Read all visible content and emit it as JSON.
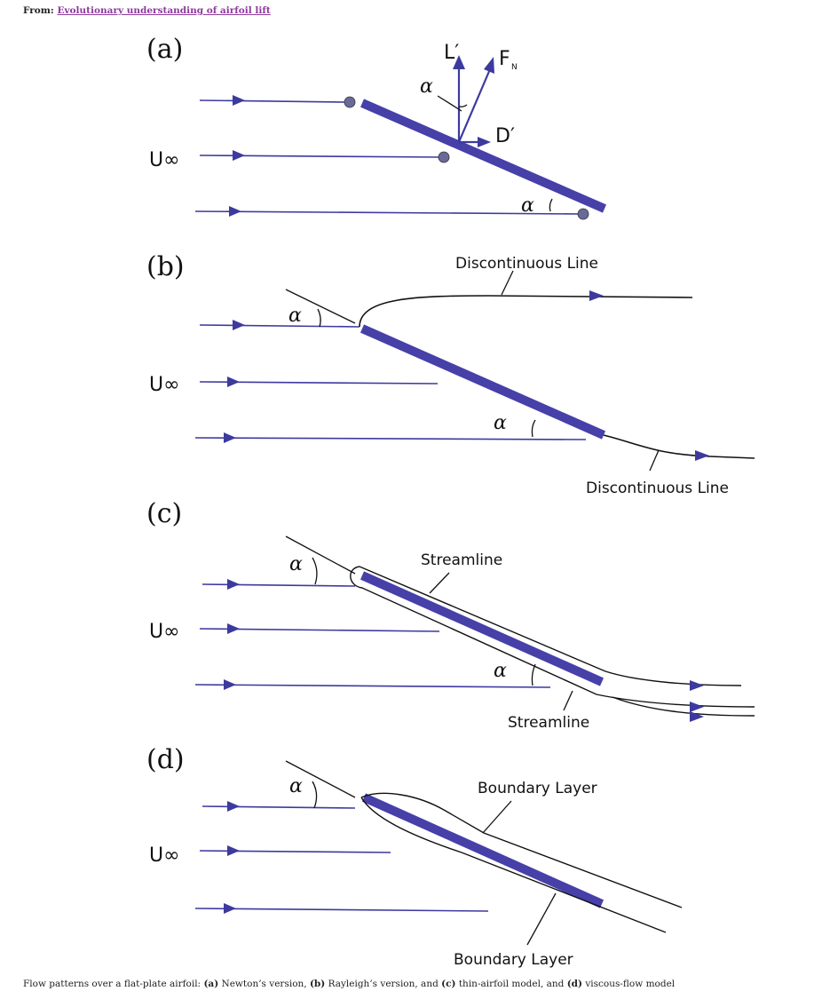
{
  "header": {
    "from_prefix": "From:",
    "link_text": "Evolutionary understanding of airfoil lift"
  },
  "caption": {
    "p1": "Flow patterns over a flat-plate airfoil: ",
    "a": "(a)",
    "t_a": " Newton’s version, ",
    "b": "(b)",
    "t_b": " Rayleigh’s version, and ",
    "c": "(c)",
    "t_c": " thin-airfoil model, and ",
    "d": "(d)",
    "t_d": " viscous-flow model"
  },
  "panels": {
    "a": {
      "label": "(a)",
      "u_inf": "U∞",
      "lift": "L′",
      "force_main": "F",
      "force_sub": "N",
      "drag": "D′",
      "alpha": "α"
    },
    "b": {
      "label": "(b)",
      "u_inf": "U∞",
      "alpha": "α",
      "top_label": "Discontinuous Line",
      "bottom_label": "Discontinuous Line"
    },
    "c": {
      "label": "(c)",
      "u_inf": "U∞",
      "alpha": "α",
      "top_label": "Streamline",
      "bottom_label": "Streamline"
    },
    "d": {
      "label": "(d)",
      "u_inf": "U∞",
      "alpha": "α",
      "top_label": "Boundary Layer",
      "bottom_label": "Boundary Layer"
    }
  },
  "colors": {
    "flow": "#3d3a9e",
    "plate": "#4640a8",
    "link": "#8e3a9d"
  }
}
